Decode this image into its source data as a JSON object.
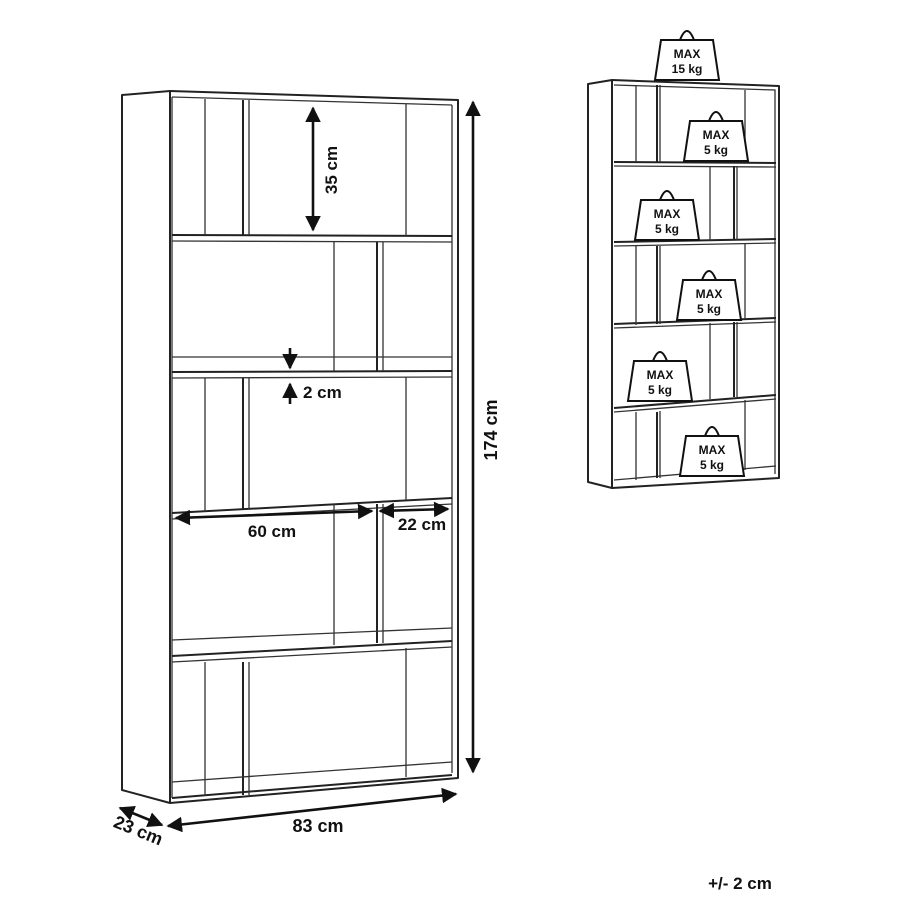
{
  "dimensions": {
    "shelf_height": "35 cm",
    "board_thickness": "2 cm",
    "large_compartment_width": "60 cm",
    "small_compartment_width": "22 cm",
    "total_height": "174 cm",
    "total_width": "83 cm",
    "depth": "23 cm"
  },
  "load_limits": [
    {
      "max": "MAX",
      "weight": "15 kg"
    },
    {
      "max": "MAX",
      "weight": "5 kg"
    },
    {
      "max": "MAX",
      "weight": "5 kg"
    },
    {
      "max": "MAX",
      "weight": "5 kg"
    },
    {
      "max": "MAX",
      "weight": "5 kg"
    },
    {
      "max": "MAX",
      "weight": "5 kg"
    }
  ],
  "tolerance": "+/- 2 cm"
}
